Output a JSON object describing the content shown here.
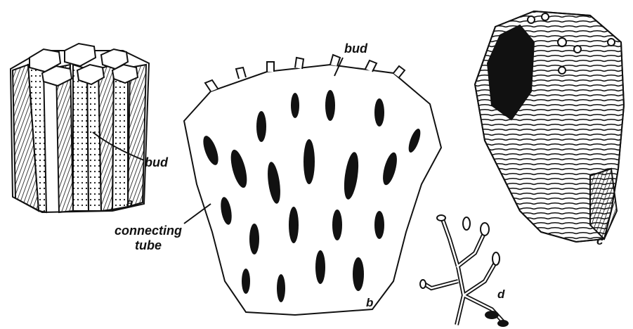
{
  "labels": {
    "bud_a": "bud",
    "bud_b": "bud",
    "connecting_tube": "connecting\ntube",
    "a": "a",
    "b": "b",
    "c": "c",
    "d": "d"
  },
  "colors": {
    "ink": "#111111",
    "paper": "#ffffff"
  }
}
